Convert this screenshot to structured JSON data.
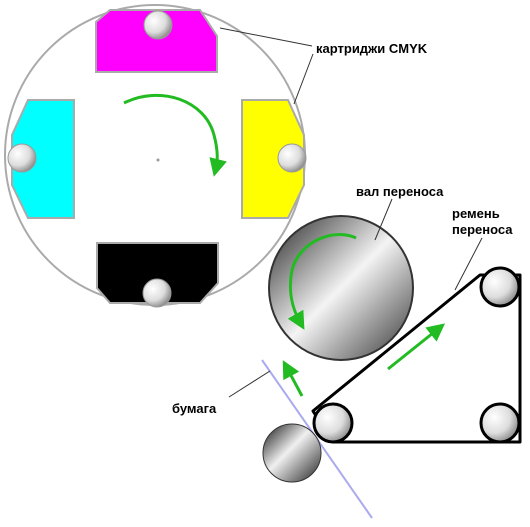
{
  "labels": {
    "cartridges": "картриджи CMYK",
    "transfer_roller": "вал переноса",
    "transfer_belt_line1": "ремень",
    "transfer_belt_line2": "переноса",
    "paper": "бумага"
  },
  "cartridges": [
    {
      "name": "magenta",
      "color": "#ff00ff"
    },
    {
      "name": "yellow",
      "color": "#ffff00"
    },
    {
      "name": "black",
      "color": "#000000"
    },
    {
      "name": "cyan",
      "color": "#00ffff"
    }
  ],
  "colors": {
    "arrow": "#22bb22",
    "paper": "#aaaaee",
    "outline": "#aaaaaa"
  },
  "icons": {
    "rotation_arrow": "clockwise-arrow-icon",
    "motion_arrow": "straight-arrow-icon"
  }
}
